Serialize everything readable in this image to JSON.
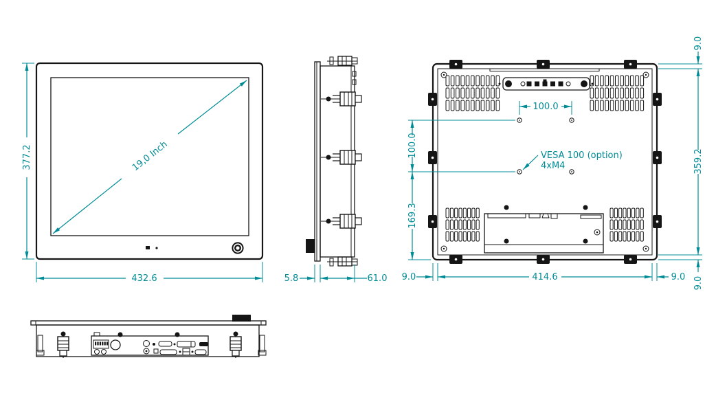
{
  "drawing": {
    "dimension_color": "#008c96",
    "line_color": "#151515",
    "front_view": {
      "diagonal_label": "19,0 Inch",
      "overall_height": "377.2",
      "overall_width": "432.6"
    },
    "side_view": {
      "bezel_thickness": "5.8",
      "chassis_depth": "61.0"
    },
    "rear_view": {
      "vesa_hole_spacing_horizontal": "100.0",
      "vesa_hole_spacing_vertical": "100.0",
      "vesa_to_bottom_edge": "169.3",
      "cutout_height": "359.2",
      "cutout_width": "414.6",
      "bezel_margin_top": "9.0",
      "bezel_margin_bottom": "9.0",
      "bezel_margin_left": "9.0",
      "bezel_margin_right": "9.0",
      "vesa_note_line1": "VESA 100 (option)",
      "vesa_note_line2": "4xM4"
    }
  }
}
